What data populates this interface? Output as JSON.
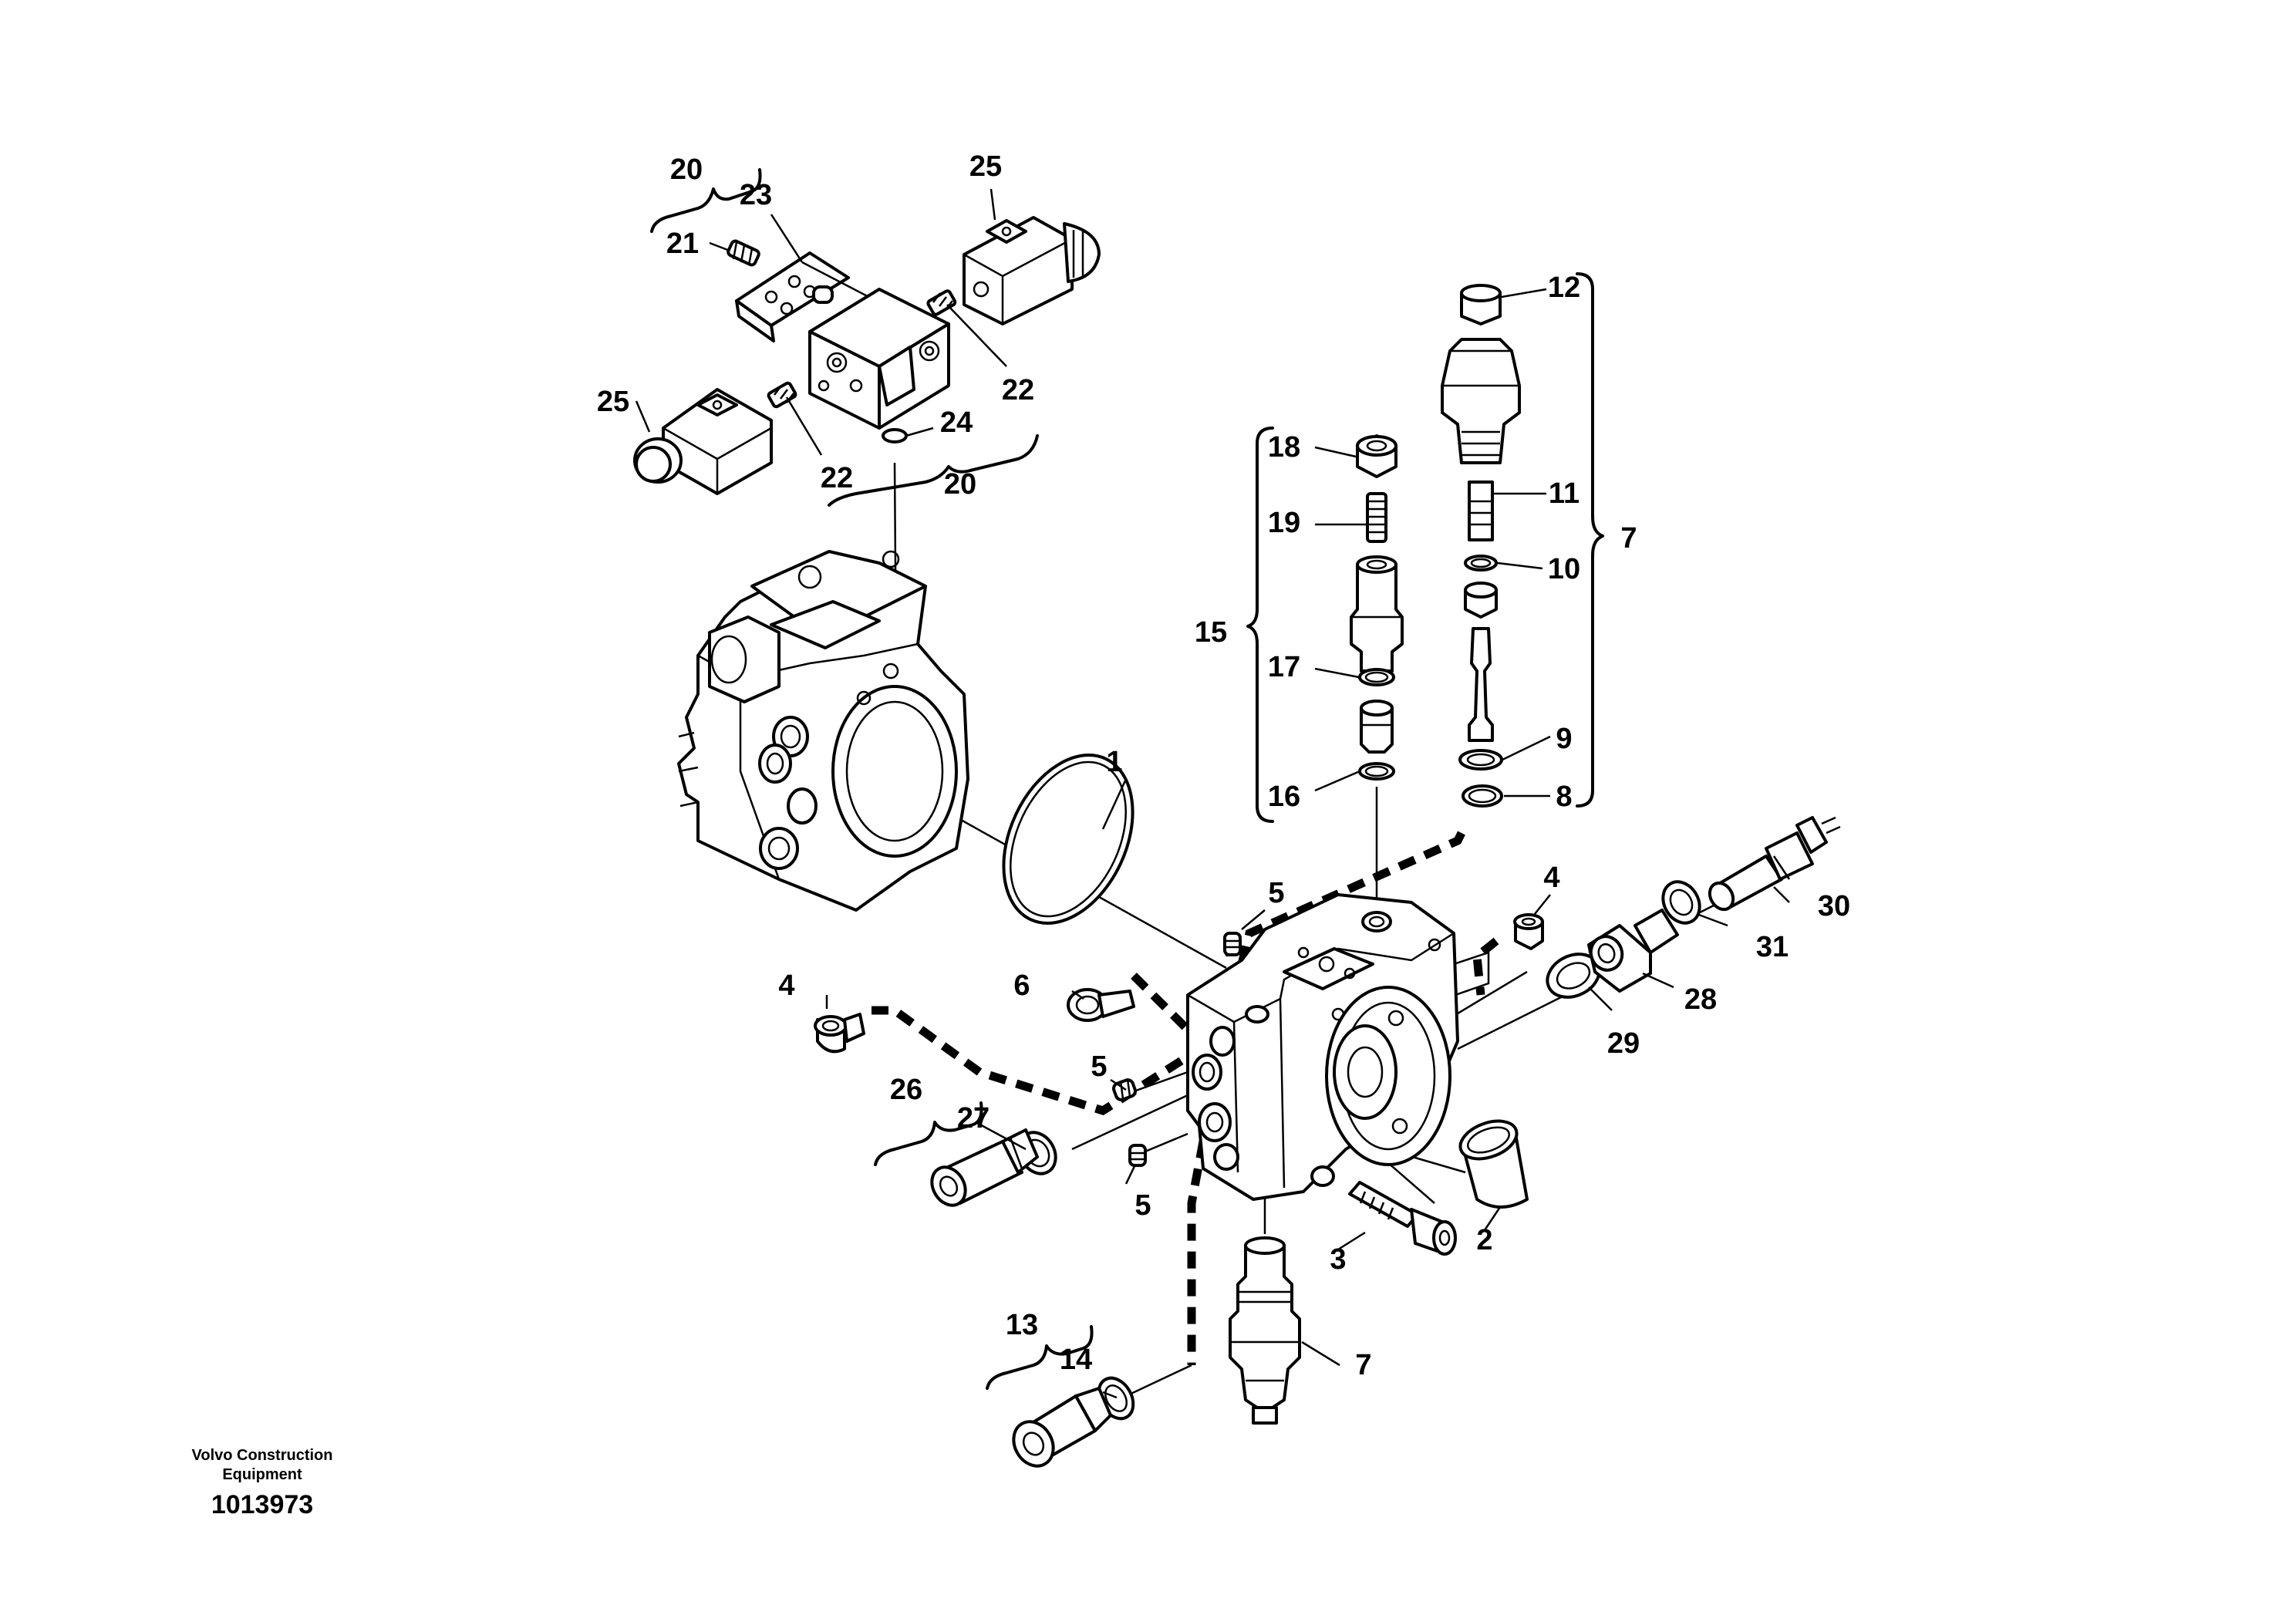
{
  "callouts": {
    "c1": "1",
    "c2": "2",
    "c3": "3",
    "c4a": "4",
    "c4b": "4",
    "c5a": "5",
    "c5b": "5",
    "c5c": "5",
    "c6": "6",
    "c7a": "7",
    "c7b": "7",
    "c8": "8",
    "c9": "9",
    "c10": "10",
    "c11": "11",
    "c12": "12",
    "c13": "13",
    "c14": "14",
    "c15": "15",
    "c16": "16",
    "c17": "17",
    "c18": "18",
    "c19": "19",
    "c20a": "20",
    "c20b": "20",
    "c21": "21",
    "c22a": "22",
    "c22b": "22",
    "c23": "23",
    "c24": "24",
    "c25a": "25",
    "c25b": "25",
    "c26": "26",
    "c27": "27",
    "c28": "28",
    "c29": "29",
    "c30": "30",
    "c31": "31"
  },
  "credit": {
    "line1": "Volvo Construction",
    "line2": "Equipment",
    "doc_number": "1013973"
  }
}
